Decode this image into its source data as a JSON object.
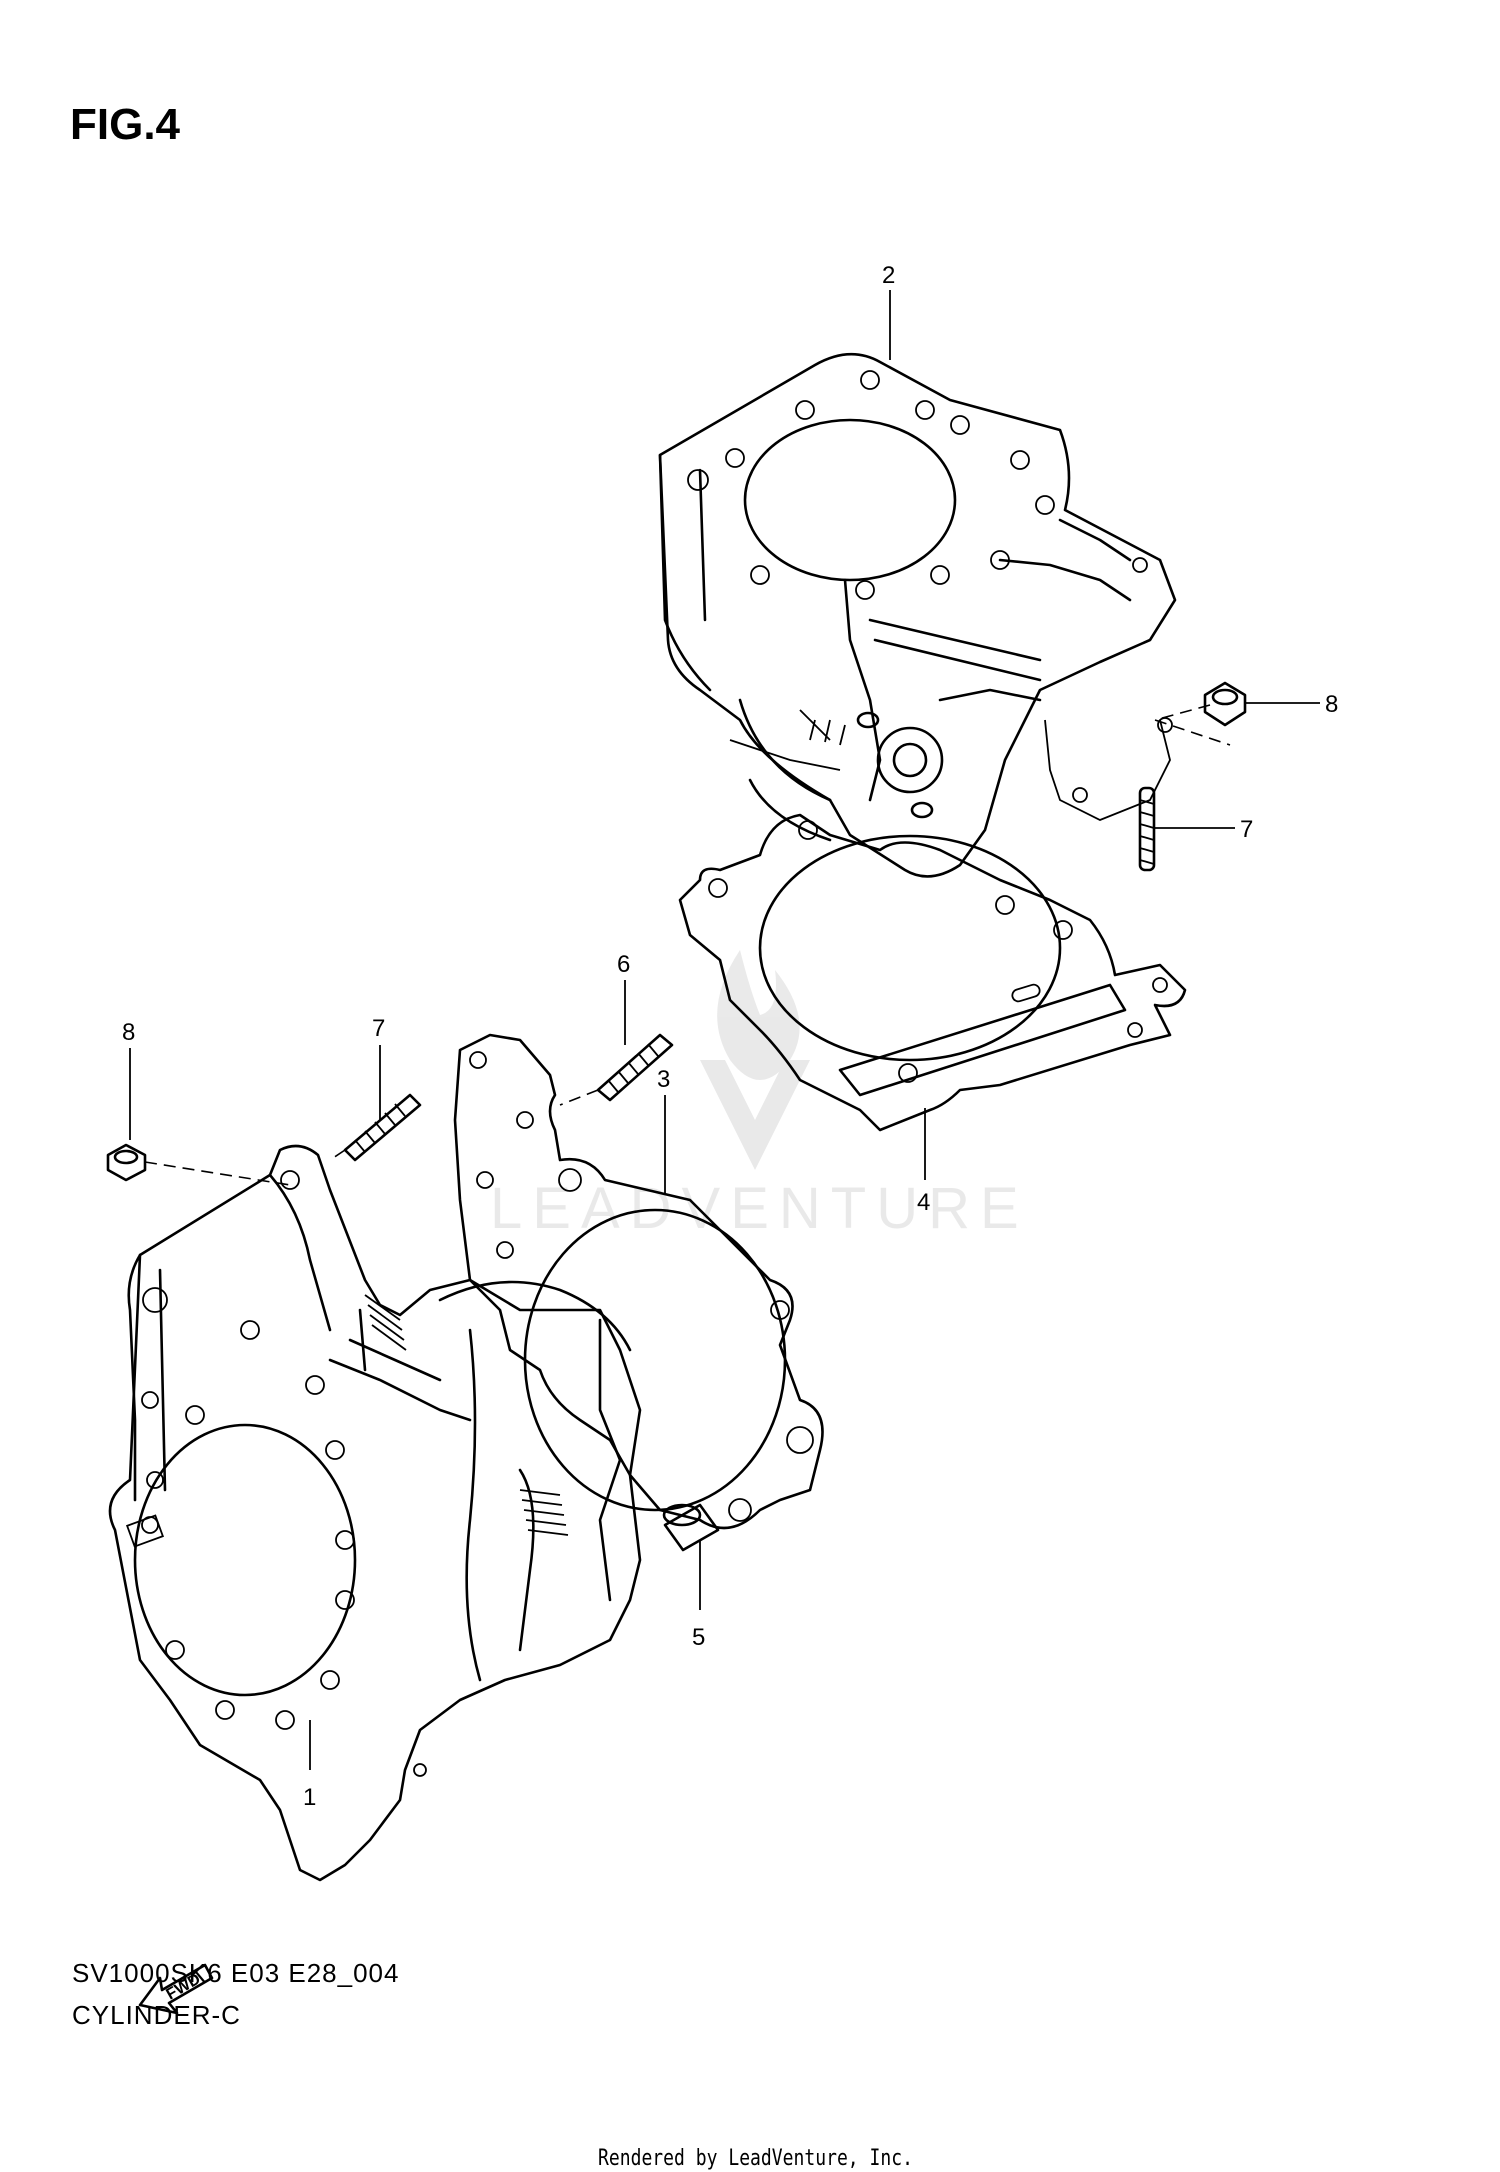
{
  "figure": {
    "title": "FIG.4",
    "code": "SV1000SK6 E03 E28_004",
    "name": "CYLINDER-C",
    "rendered_by": "Rendered by LeadVenture, Inc.",
    "watermark": "LEADVENTURE"
  },
  "callouts": [
    {
      "num": "2",
      "part": "rear-cylinder"
    },
    {
      "num": "8",
      "part": "nut-upper"
    },
    {
      "num": "7",
      "part": "stud-upper"
    },
    {
      "num": "6",
      "part": "stud-mid"
    },
    {
      "num": "8",
      "part": "nut-left"
    },
    {
      "num": "7",
      "part": "stud-left"
    },
    {
      "num": "3",
      "part": "front-gasket"
    },
    {
      "num": "4",
      "part": "rear-gasket"
    },
    {
      "num": "5",
      "part": "dowel-pin"
    },
    {
      "num": "1",
      "part": "front-cylinder"
    }
  ],
  "fwd_arrow": {
    "label": "FWD"
  }
}
